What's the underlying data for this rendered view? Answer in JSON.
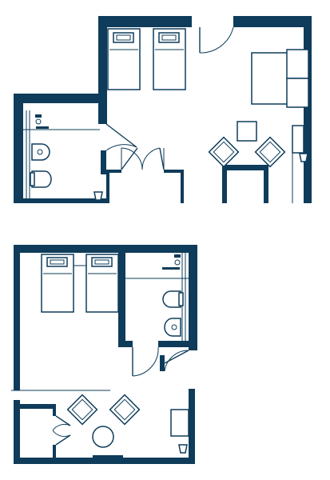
{
  "colors": {
    "wall": "#0e3c5a",
    "background": "#ffffff"
  },
  "plans": [
    {
      "name": "upper-floor-plan",
      "rooms": [
        "bedroom",
        "bathroom"
      ],
      "furniture": [
        "twin-beds",
        "double-bed",
        "armchairs",
        "square-table",
        "desk"
      ]
    },
    {
      "name": "lower-floor-plan",
      "rooms": [
        "bedroom",
        "bathroom"
      ],
      "furniture": [
        "twin-beds",
        "armchairs",
        "round-table",
        "desk"
      ]
    }
  ]
}
